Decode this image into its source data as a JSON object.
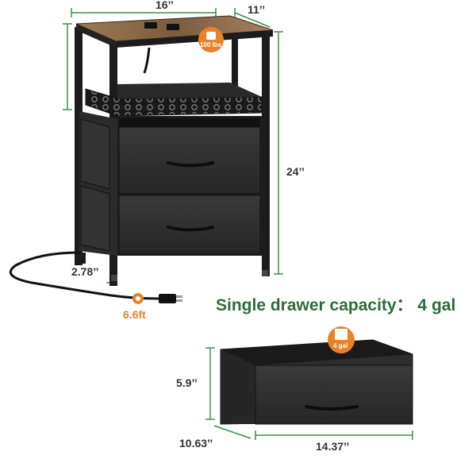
{
  "product": {
    "width_label": "16’’",
    "depth_label": "11’’",
    "height_label": "24’’",
    "leg_height_label": "2.78’’",
    "cord_length_label": "6.6ft",
    "load_badge": "100 lbs"
  },
  "drawer": {
    "capacity_headline": "Single drawer capacity： 4 gal",
    "capacity_badge": "4 gal",
    "height_label": "5.9’’",
    "depth_label": "10.63’’",
    "width_label": "14.37’’"
  },
  "colors": {
    "dimension_line": "#3f8f4b",
    "headline_text": "#2f6b3a",
    "badge_orange": "#e8822a",
    "wood_top": "#8a6a48",
    "fabric": "#2a2a2a",
    "frame": "#1c1c1c"
  }
}
